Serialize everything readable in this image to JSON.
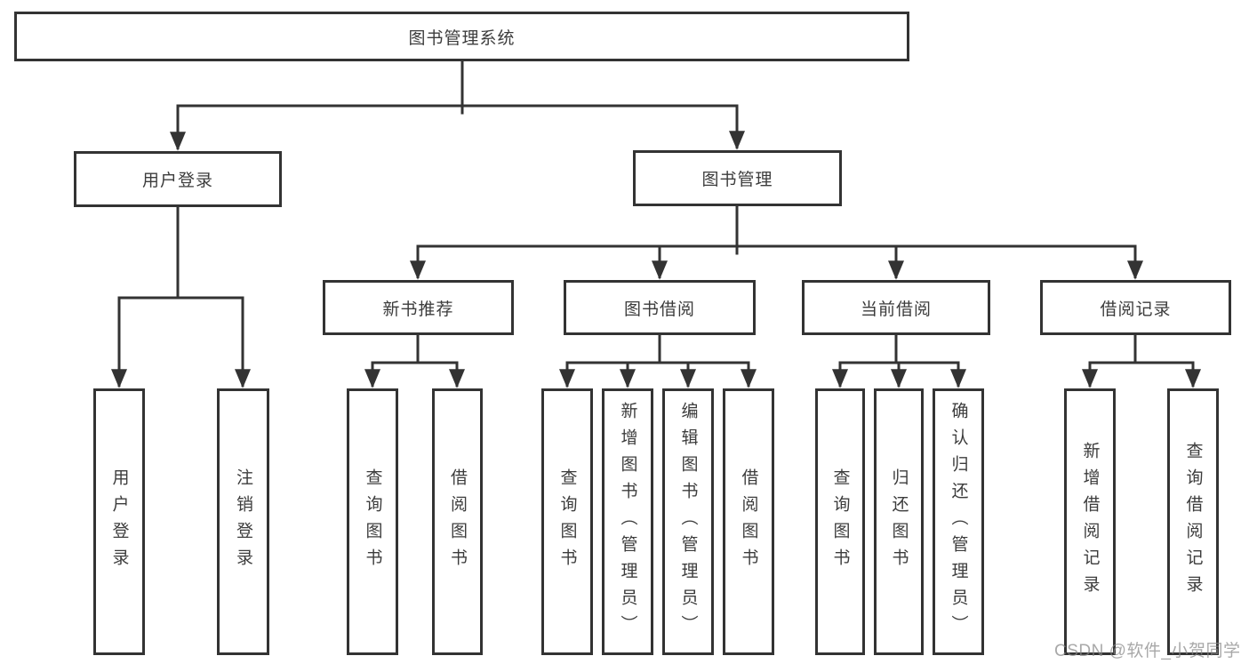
{
  "diagram": {
    "root": "图书管理系统",
    "children": [
      {
        "label": "用户登录",
        "children": [
          "用户登录",
          "注销登录"
        ]
      },
      {
        "label": "图书管理",
        "children": [
          {
            "label": "新书推荐",
            "children": [
              "查询图书",
              "借阅图书"
            ]
          },
          {
            "label": "图书借阅",
            "children": [
              "查询图书",
              "新增图书（管理员）",
              "编辑图书（管理员）",
              "借阅图书"
            ]
          },
          {
            "label": "当前借阅",
            "children": [
              "查询图书",
              "归还图书",
              "确认归还（管理员）"
            ]
          },
          {
            "label": "借阅记录",
            "children": [
              "新增借阅记录",
              "查询借阅记录"
            ]
          }
        ]
      }
    ]
  },
  "watermark": {
    "text": "CSDN @软件_小贺同学"
  },
  "colors": {
    "line": "#333333",
    "box_border": "#333333",
    "box_fill": "#ffffff",
    "text": "#3c3c3c",
    "watermark": "#878787",
    "background": "#ffffff"
  }
}
